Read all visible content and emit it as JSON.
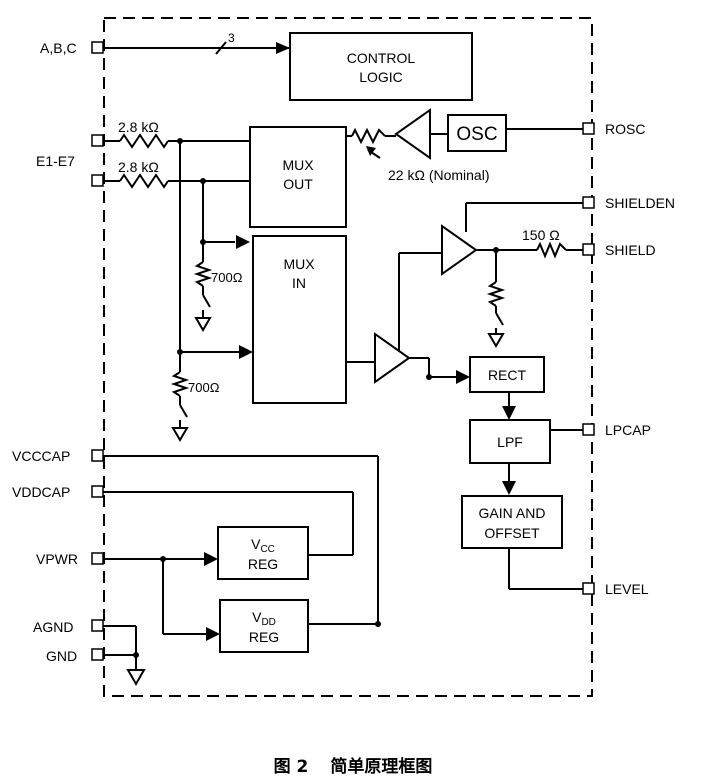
{
  "diagram": {
    "pins_left": [
      "A,B,C",
      "E1-E7",
      "VCCCAP",
      "VDDCAP",
      "VPWR",
      "AGND",
      "GND"
    ],
    "pins_right": [
      "ROSC",
      "SHIELDEN",
      "SHIELD",
      "LPCAP",
      "LEVEL"
    ],
    "blocks": {
      "control_logic": [
        "CONTROL",
        "LOGIC"
      ],
      "mux_out": [
        "MUX",
        "OUT"
      ],
      "mux_in": [
        "MUX",
        "IN"
      ],
      "osc": "OSC",
      "rect": "RECT",
      "lpf": "LPF",
      "gain_offset": [
        "GAIN AND",
        "OFFSET"
      ],
      "vcc_reg": {
        "main": "V",
        "sub": "CC",
        "line2": "REG"
      },
      "vdd_reg": {
        "main": "V",
        "sub": "DD",
        "line2": "REG"
      }
    },
    "labels": {
      "bus_width": "3",
      "r_e1": "2.8 kΩ",
      "r_e2": "2.8 kΩ",
      "r_osc": "22 kΩ (Nominal)",
      "r_mux1": "700Ω",
      "r_mux2": "700Ω",
      "r_shield": "150 Ω"
    }
  },
  "caption": {
    "figure": "图 2",
    "title": "简单原理框图"
  }
}
